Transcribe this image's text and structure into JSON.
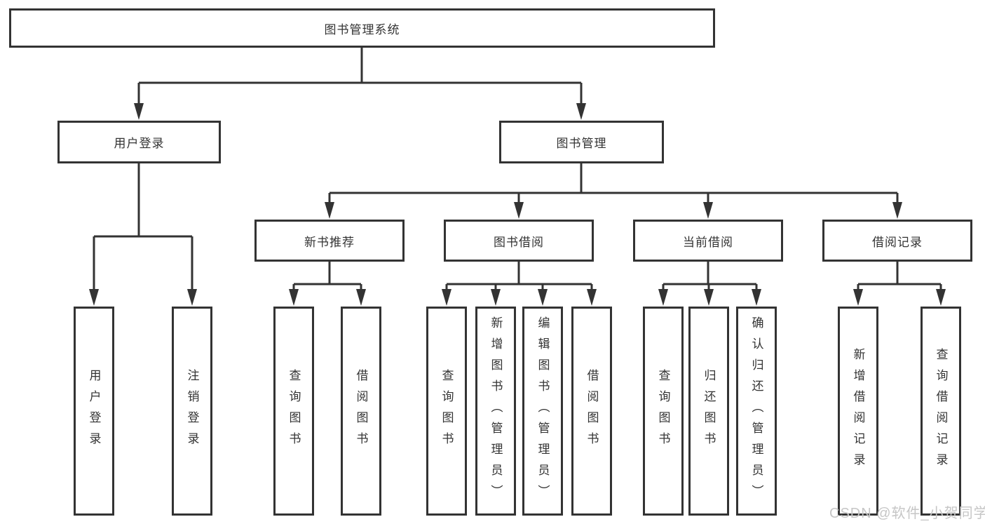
{
  "tree": {
    "root": {
      "label": "图书管理系统"
    },
    "login": {
      "label": "用户登录",
      "children": [
        {
          "label": "用户登录"
        },
        {
          "label": "注销登录"
        }
      ]
    },
    "mgmt": {
      "label": "图书管理",
      "children": [
        {
          "label": "新书推荐",
          "children": [
            {
              "label": "查询图书"
            },
            {
              "label": "借阅图书"
            }
          ]
        },
        {
          "label": "图书借阅",
          "children": [
            {
              "label": "查询图书"
            },
            {
              "label": "新增图书（管理员）"
            },
            {
              "label": "编辑图书（管理员）"
            },
            {
              "label": "借阅图书"
            }
          ]
        },
        {
          "label": "当前借阅",
          "children": [
            {
              "label": "查询图书"
            },
            {
              "label": "归还图书"
            },
            {
              "label": "确认归还（管理员）"
            }
          ]
        },
        {
          "label": "借阅记录",
          "children": [
            {
              "label": "新增借阅记录"
            },
            {
              "label": "查询借阅记录"
            }
          ]
        }
      ]
    }
  },
  "watermark": {
    "text": "CSDN @软件_小贺同学"
  },
  "colors": {
    "line": "#333333",
    "box_border": "#333333",
    "text": "#333333",
    "watermark": "#c6c6c6",
    "background": "#ffffff"
  }
}
